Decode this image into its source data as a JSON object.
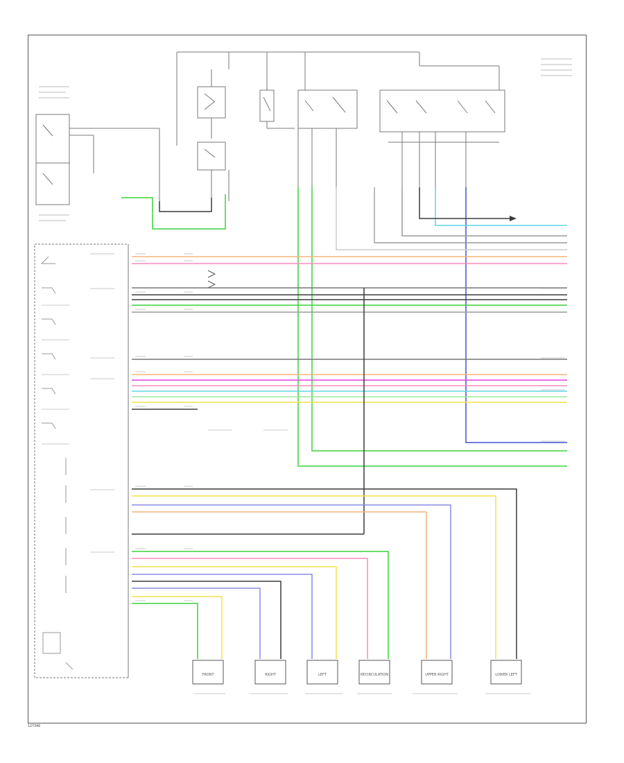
{
  "figure_id": "127348",
  "diagram": {
    "sensors": [
      "FRONT",
      "RIGHT",
      "LEFT",
      "RECIRCULATION",
      "UPPER RIGHT",
      "LOWER LEFT"
    ],
    "colors": {
      "green": "#3ad13a",
      "light_green": "#9be89b",
      "orange": "#f5b37a",
      "pink": "#f58cb8",
      "magenta": "#e23de2",
      "yellow": "#f2e24a",
      "cyan": "#5fd6e6",
      "blue": "#3d50d6",
      "violet": "#8a8ae6",
      "gray": "#9a9a9a",
      "dark": "#3a3a3a",
      "line": "#777777"
    }
  }
}
